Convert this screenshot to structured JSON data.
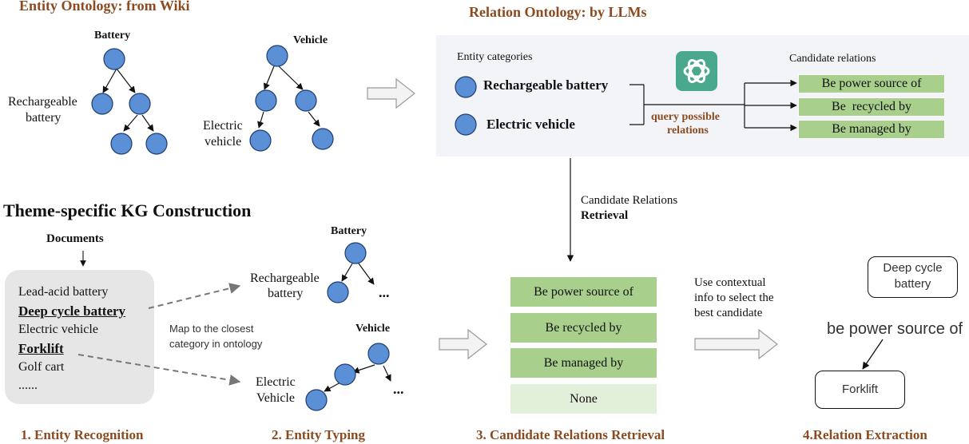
{
  "titles": {
    "entity_ontology": "Entity Ontology: from Wiki",
    "relation_ontology": "Relation Ontology: by LLMs",
    "kg_construction": "Theme-specific KG Construction"
  },
  "entity_ontology": {
    "battery_tree": {
      "root": "Battery",
      "child": [
        "Rechargeable",
        "battery"
      ]
    },
    "vehicle_tree": {
      "root": "Vehicle",
      "child": [
        "Electric",
        "vehicle"
      ]
    }
  },
  "relation_panel": {
    "entity_categories_label": "Entity categories",
    "categories": [
      "Rechargeable battery",
      "Electric vehicle"
    ],
    "query_label": [
      "query possible",
      "relations"
    ],
    "candidate_relations_label": "Candidate relations",
    "candidate_relations": [
      "Be power source of",
      "Be  recycled by",
      "Be managed by"
    ],
    "logo_icon": "chatgpt-logo-icon"
  },
  "retrieval_arrow": {
    "line1": "Candidate Relations",
    "line2": "Retrieval"
  },
  "documents": {
    "label": "Documents",
    "items": [
      "Lead-acid battery",
      "Deep cycle battery",
      "Electric vehicle",
      "Forklift",
      "Golf cart",
      "......"
    ],
    "highlighted": [
      "Deep cycle battery",
      "Forklift"
    ]
  },
  "typing": {
    "map_label": [
      "Map to the closest",
      "category in ontology"
    ],
    "battery_tree": {
      "root": "Battery",
      "child": [
        "Rechargeable",
        "battery"
      ],
      "more": "..."
    },
    "vehicle_tree": {
      "root": "Vehicle",
      "child": [
        "Electric",
        "Vehicle"
      ],
      "more": "..."
    }
  },
  "retrieval_boxes": [
    "Be power source of",
    "Be recycled by",
    "Be managed by",
    "None"
  ],
  "context_label": [
    "Use contextual",
    "info to select the",
    "best candidate"
  ],
  "extraction": {
    "head": [
      "Deep cycle",
      "battery"
    ],
    "relation": "be power source of",
    "tail": "Forklift"
  },
  "steps": [
    "1. Entity Recognition",
    "2. Entity Typing",
    "3. Candidate Relations Retrieval",
    "4.Relation Extraction"
  ],
  "colors": {
    "node_fill": "#5b8fd6",
    "node_stroke": "#1f3d6e",
    "green_box": "#a8cf8c",
    "pale_green_box": "#e2efd9",
    "panel_bg": "#f2f4f8",
    "title_brown": "#8b4a1f",
    "logo_green": "#4aa88d"
  }
}
